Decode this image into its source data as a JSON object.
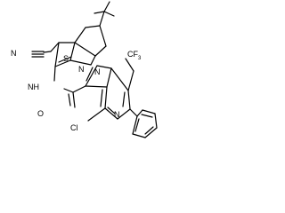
{
  "diagram": {
    "type": "chemical-structure",
    "colors": {
      "ink": "#000000",
      "background": "#ffffff"
    },
    "labels": {
      "nitrile_nitrogen": "N",
      "thiophene_sulfur": "S",
      "amide_nh": "NH",
      "pyrazole_n1": "N",
      "pyrazole_n2": "N",
      "pyrimidine_n": "N",
      "trifluoromethyl": "CF",
      "trifluoromethyl_subscript": "3",
      "amide_oxygen": "O",
      "chlorine": "Cl"
    }
  }
}
